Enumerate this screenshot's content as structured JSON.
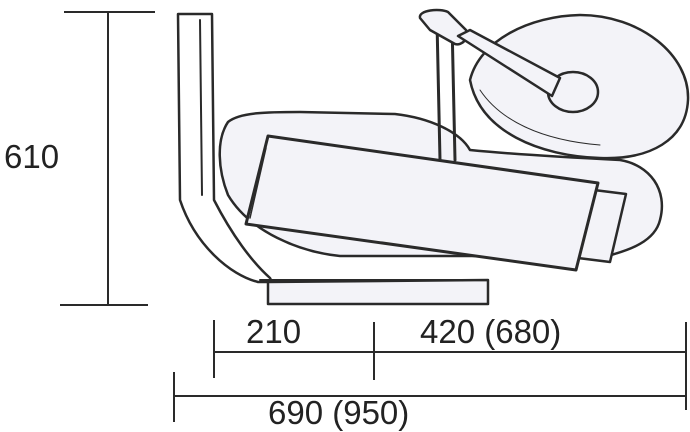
{
  "diagram": {
    "dimensions": {
      "height": "610",
      "left_segment": "210",
      "right_segment": "420 (680)",
      "total_width": "690 (950)"
    },
    "parts": [
      "backrest",
      "seat-base",
      "headrest-arm",
      "padded-wheel",
      "sliding-panel"
    ],
    "colors": {
      "line": "#2a2a2a",
      "panel_fill": "#f3f3f8",
      "background": "#ffffff"
    }
  }
}
